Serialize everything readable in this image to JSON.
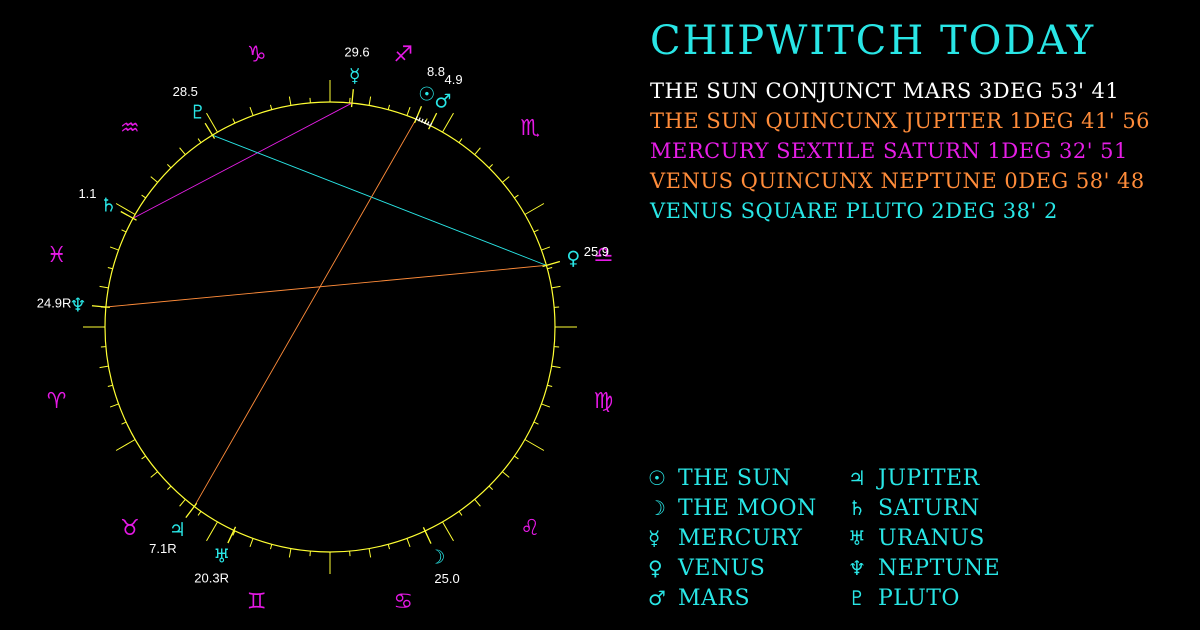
{
  "title": "CHIPWITCH TODAY",
  "colors": {
    "background": "#000000",
    "wheel": "#ffff33",
    "zodiac": "#e619e6",
    "planet": "#29e6e6",
    "label": "#ffffff",
    "conjunct": "#ffffff",
    "quincunx": "#ff8c3a",
    "sextile": "#e61ee6",
    "square": "#29e6e6"
  },
  "aspects": [
    {
      "text": "THE SUN CONJUNCT MARS 3DEG 53' 41",
      "color": "#ffffff"
    },
    {
      "text": "THE SUN QUINCUNX JUPITER 1DEG 41' 56",
      "color": "#ff8c3a"
    },
    {
      "text": "MERCURY SEXTILE SATURN 1DEG 32' 51",
      "color": "#e61ee6"
    },
    {
      "text": "VENUS QUINCUNX NEPTUNE 0DEG 58' 48",
      "color": "#ff8c3a"
    },
    {
      "text": "VENUS SQUARE PLUTO 2DEG 38' 2",
      "color": "#29e6e6"
    }
  ],
  "legend": [
    {
      "glyph": "☉",
      "name": "THE SUN",
      "icon": "sun-icon"
    },
    {
      "glyph": "☽",
      "name": "THE MOON",
      "icon": "moon-icon"
    },
    {
      "glyph": "☿",
      "name": "MERCURY",
      "icon": "mercury-icon"
    },
    {
      "glyph": "♀",
      "name": "VENUS",
      "icon": "venus-icon"
    },
    {
      "glyph": "♂",
      "name": "MARS",
      "icon": "mars-icon"
    },
    {
      "glyph": "♃",
      "name": "JUPITER",
      "icon": "jupiter-icon"
    },
    {
      "glyph": "♄",
      "name": "SATURN",
      "icon": "saturn-icon"
    },
    {
      "glyph": "♅",
      "name": "URANUS",
      "icon": "uranus-icon"
    },
    {
      "glyph": "♆",
      "name": "NEPTUNE",
      "icon": "neptune-icon"
    },
    {
      "glyph": "♇",
      "name": "PLUTO",
      "icon": "pluto-icon"
    }
  ],
  "wheel": {
    "signs": [
      {
        "glyph": "♈",
        "name": "aries",
        "angle": 195
      },
      {
        "glyph": "♉",
        "name": "taurus",
        "angle": 225
      },
      {
        "glyph": "♊",
        "name": "gemini",
        "angle": 255
      },
      {
        "glyph": "♋",
        "name": "cancer",
        "angle": 285
      },
      {
        "glyph": "♌",
        "name": "leo",
        "angle": 315
      },
      {
        "glyph": "♍",
        "name": "virgo",
        "angle": 345
      },
      {
        "glyph": "♎",
        "name": "libra",
        "angle": 15
      },
      {
        "glyph": "♏",
        "name": "scorpio",
        "angle": 45
      },
      {
        "glyph": "♐",
        "name": "sagittarius",
        "angle": 75
      },
      {
        "glyph": "♑",
        "name": "capricorn",
        "angle": 105
      },
      {
        "glyph": "♒",
        "name": "aquarius",
        "angle": 135
      },
      {
        "glyph": "♓",
        "name": "pisces",
        "angle": 165
      }
    ],
    "planets": [
      {
        "key": "sun",
        "glyph": "☉",
        "angle": 67.5,
        "label": "8.8",
        "icon": "sun-icon"
      },
      {
        "key": "mars",
        "glyph": "♂",
        "angle": 63.5,
        "label": "4.9",
        "icon": "mars-icon"
      },
      {
        "key": "mercury",
        "glyph": "☿",
        "angle": 84.4,
        "label": "29.6",
        "icon": "mercury-icon"
      },
      {
        "key": "venus",
        "glyph": "♀",
        "angle": 15.9,
        "label": "25.9",
        "icon": "venus-icon"
      },
      {
        "key": "moon",
        "glyph": "☽",
        "angle": 295.0,
        "label": "25.0",
        "icon": "moon-icon"
      },
      {
        "key": "jupiter",
        "glyph": "♃",
        "angle": 232.9,
        "label": "7.1R",
        "icon": "jupiter-icon"
      },
      {
        "key": "saturn",
        "glyph": "♄",
        "angle": 151.1,
        "label": "1.1",
        "icon": "saturn-icon"
      },
      {
        "key": "uranus",
        "glyph": "♅",
        "angle": 244.7,
        "label": "20.3R",
        "icon": "uranus-icon"
      },
      {
        "key": "neptune",
        "glyph": "♆",
        "angle": 174.9,
        "label": "24.9R",
        "icon": "neptune-icon"
      },
      {
        "key": "pluto",
        "glyph": "♇",
        "angle": 121.5,
        "label": "28.5",
        "icon": "pluto-icon"
      }
    ],
    "aspect_lines": [
      {
        "from": "mercury",
        "to": "saturn",
        "color": "#e61ee6"
      },
      {
        "from": "venus",
        "to": "pluto",
        "color": "#29e6e6"
      },
      {
        "from": "venus",
        "to": "neptune",
        "color": "#ff8c3a"
      },
      {
        "from": "sun",
        "to": "jupiter",
        "color": "#ff8c3a"
      },
      {
        "from": "sun",
        "to": "mars",
        "color": "#ffffff"
      }
    ]
  }
}
